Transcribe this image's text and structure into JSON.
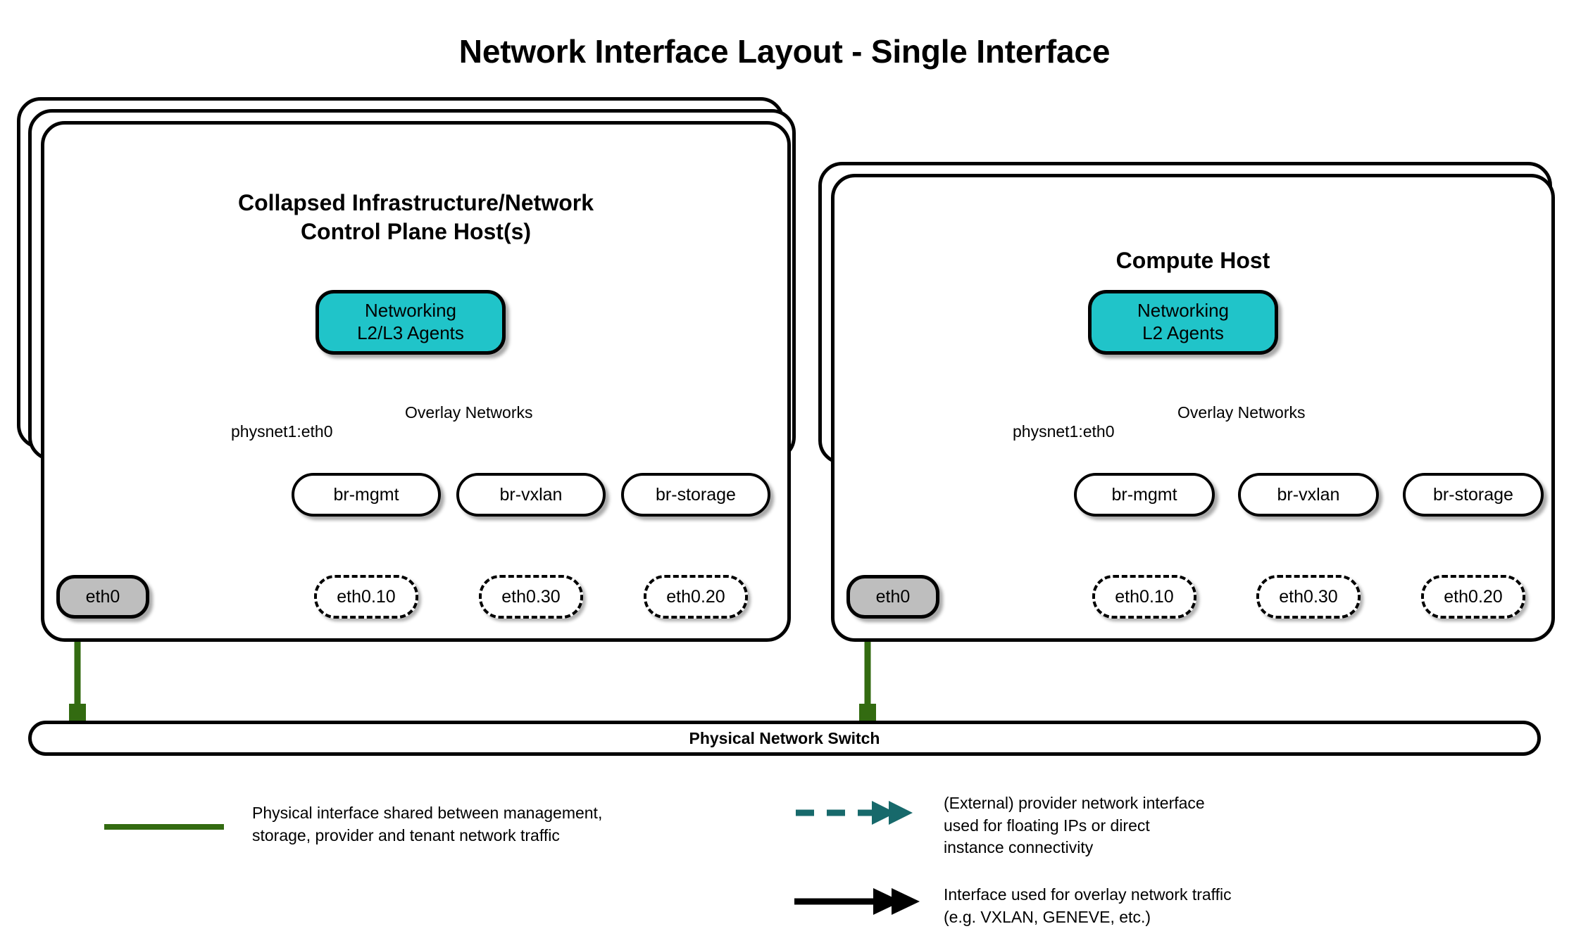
{
  "title": "Network Interface Layout - Single Interface",
  "colors": {
    "agent_fill": "#20C4C9",
    "eth_fill": "#BEBEBE",
    "provider_teal": "#17696B",
    "physical_green": "#336B11",
    "stroke": "#000000",
    "background": "#FFFFFF"
  },
  "hosts": [
    {
      "id": "control-plane-host",
      "title": "Collapsed Infrastructure/Network\nControl Plane Host(s)",
      "stack_count": 3,
      "agent": {
        "label": "Networking\nL2/L3 Agents"
      },
      "provider_edge_label": "physnet1:eth0",
      "overlay_edge_label": "Overlay Networks",
      "physical_interface": "eth0",
      "bridges": [
        {
          "name": "br-mgmt",
          "vlan": "eth0.10"
        },
        {
          "name": "br-vxlan",
          "vlan": "eth0.30"
        },
        {
          "name": "br-storage",
          "vlan": "eth0.20"
        }
      ]
    },
    {
      "id": "compute-host",
      "title": "Compute Host",
      "stack_count": 2,
      "agent": {
        "label": "Networking\nL2 Agents"
      },
      "provider_edge_label": "physnet1:eth0",
      "overlay_edge_label": "Overlay Networks",
      "physical_interface": "eth0",
      "bridges": [
        {
          "name": "br-mgmt",
          "vlan": "eth0.10"
        },
        {
          "name": "br-vxlan",
          "vlan": "eth0.30"
        },
        {
          "name": "br-storage",
          "vlan": "eth0.20"
        }
      ]
    }
  ],
  "switch": {
    "label": "Physical Network Switch"
  },
  "legend": [
    {
      "id": "physical-interface",
      "style": "solid-green-line",
      "text": "Physical interface shared between management,\nstorage, provider and tenant network traffic"
    },
    {
      "id": "provider-network-interface",
      "style": "dashed-teal-double-arrow",
      "text": "(External) provider network interface\nused for floating IPs or direct\ninstance connectivity"
    },
    {
      "id": "overlay-network-interface",
      "style": "solid-black-double-arrow",
      "text": "Interface used for overlay network traffic\n(e.g. VXLAN, GENEVE, etc.)"
    }
  ]
}
